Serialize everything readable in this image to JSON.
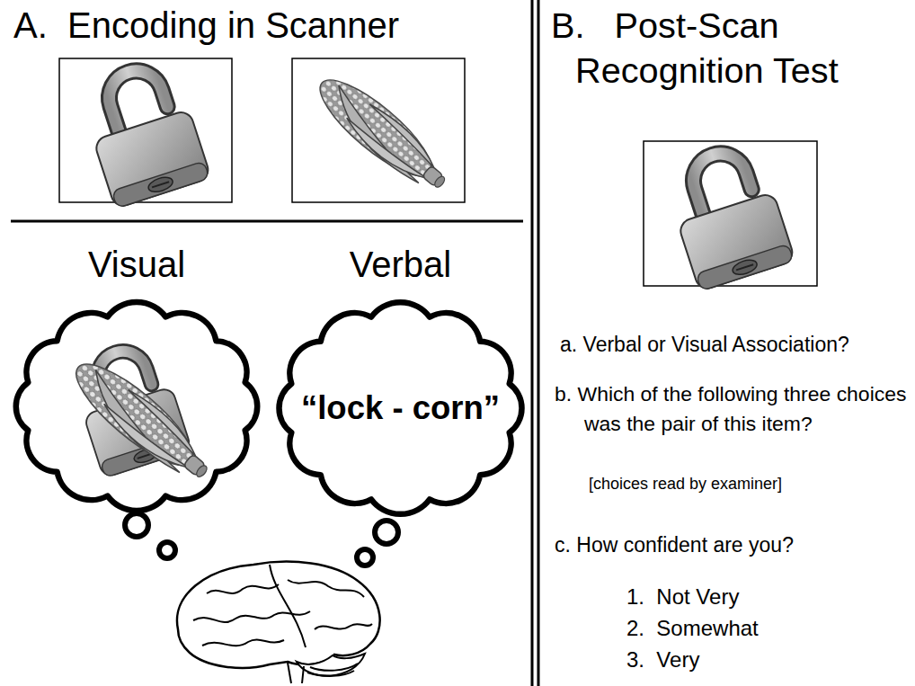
{
  "diagram": {
    "nodes": [
      {
        "text": [
          "Visual"
        ]
      },
      {
        "text": [
          "Verbal",
          "“lock - corn”"
        ]
      }
    ],
    "labels": [
      "A.  Encoding in Scanner",
      "B.   Post-Scan Recognition Test",
      "a. Verbal or Visual Association?",
      "b. Which of the following three choices was the pair of this item?",
      "[choices read by examiner]",
      "c. How confident are you?",
      "1.  Not Very",
      "2.  Somewhat",
      "3.  Very"
    ]
  }
}
